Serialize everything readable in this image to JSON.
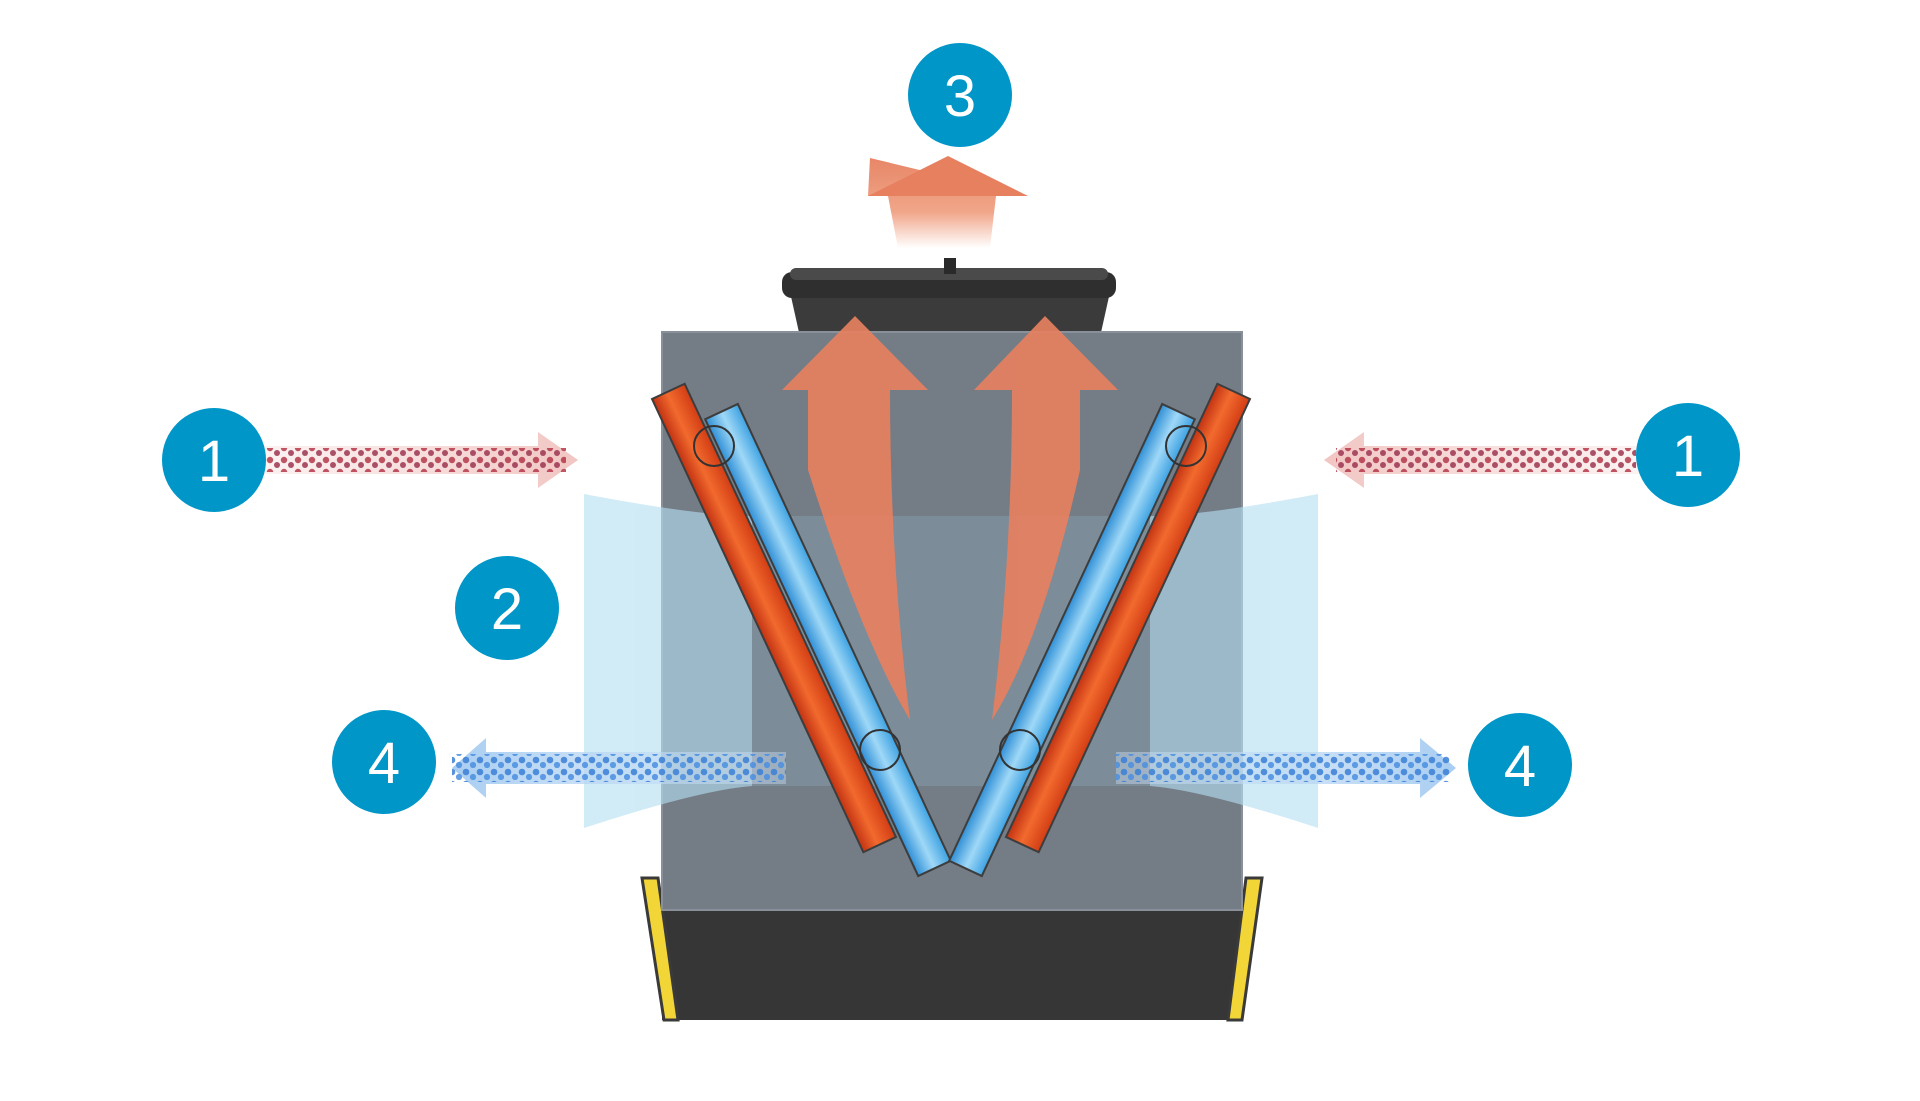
{
  "badges": {
    "intake_left": "1",
    "intake_right": "1",
    "spray_zone": "2",
    "exhaust": "3",
    "outlet_left": "4",
    "outlet_right": "4"
  },
  "colors": {
    "badge": "#0096c8",
    "badge_text": "#ffffff",
    "housing": "#747c86",
    "base": "#363636",
    "feet": "#f2d536",
    "fan": "#3b3b3b",
    "hot_air": "#e6805f",
    "hot_coil": "#e84a1c",
    "cold_coil": "#5ab8ec",
    "cool_zone": "#b4dff2",
    "hot_particles": "#b5384a",
    "cold_particles": "#3a7fd6"
  },
  "icons": {
    "hot_air_arrow": "up-arrow-icon",
    "intake_arrow": "right-arrow-icon",
    "outlet_arrow": "left-arrow-icon"
  }
}
